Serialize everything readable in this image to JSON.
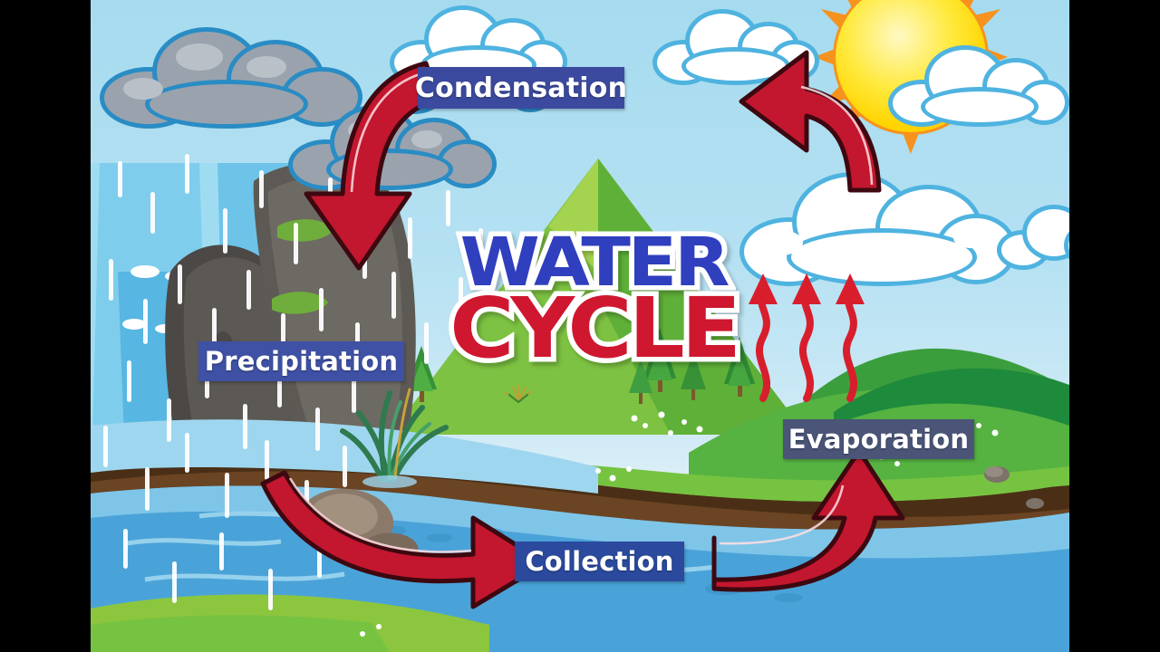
{
  "image": {
    "title_line1": "WATER",
    "title_line2": "CYCLE",
    "subject": "water-cycle-diagram",
    "letterbox": "black bars on left and right edges"
  },
  "labels": [
    {
      "id": "condensation",
      "text": "Condensation",
      "bg": "#3b4a9e",
      "color": "#ffffff"
    },
    {
      "id": "precipitation",
      "text": "Precipitation",
      "bg": "#3f51a5",
      "color": "#ffffff"
    },
    {
      "id": "evaporation",
      "text": "Evaporation",
      "bg": "#4a5578",
      "color": "#ffffff"
    },
    {
      "id": "collection",
      "text": "Collection",
      "bg": "#2b4a9e",
      "color": "#ffffff"
    }
  ],
  "colors": {
    "sky_top": "#a8dcf0",
    "sky_bottom": "#dff1f8",
    "grass_light": "#8cc63e",
    "grass_mid": "#63b63b",
    "hill_dark": "#1e8a3c",
    "hill_mid": "#3faa48",
    "water_blue": "#4aa3d8",
    "water_light": "#7fc5e8",
    "soil_brown": "#5a3a1e",
    "arrow_red": "#c2172e",
    "arrow_outline": "#4a0a12",
    "cloud_white": "#ffffff",
    "cloud_outline_blue": "#4fb3e0",
    "cloud_gray": "#9aa3ad",
    "sun_yellow": "#ffe93a",
    "sun_orange": "#f6921e",
    "title_blue": "#2f3fbe",
    "title_red": "#cf172f",
    "rock_dark": "#4b4845",
    "rock_brown": "#8b7a6a"
  },
  "arrows": [
    {
      "id": "arrow-to-condensation",
      "direction": "left",
      "from": "evaporation-cloud",
      "to": "condensation"
    },
    {
      "id": "arrow-to-precipitation",
      "direction": "down",
      "from": "condensation-cloud",
      "to": "precipitation"
    },
    {
      "id": "arrow-to-collection",
      "direction": "right",
      "from": "precipitation",
      "to": "collection"
    },
    {
      "id": "arrow-to-evaporation",
      "direction": "up",
      "from": "collection",
      "to": "evaporation"
    },
    {
      "id": "vapor-squiggle-1",
      "direction": "up",
      "from": "ground",
      "to": "cloud"
    },
    {
      "id": "vapor-squiggle-2",
      "direction": "up",
      "from": "ground",
      "to": "cloud"
    },
    {
      "id": "vapor-squiggle-3",
      "direction": "up",
      "from": "ground",
      "to": "cloud"
    }
  ],
  "scene_elements": {
    "sun": "sun-icon",
    "white_clouds": 5,
    "rain_clouds": 3,
    "waterfall": "waterfall",
    "river": "river",
    "mountains": 3,
    "trees": 6,
    "reeds": "cattail-reeds",
    "rocks": 3
  }
}
